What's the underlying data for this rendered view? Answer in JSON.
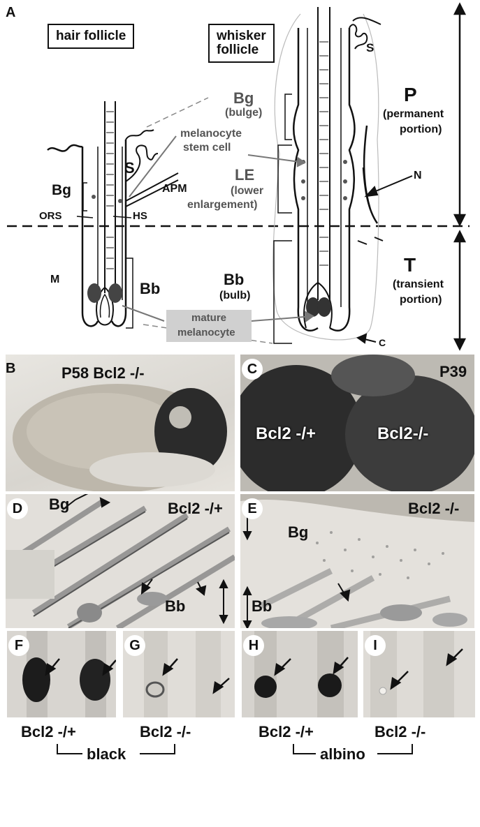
{
  "panel_a": {
    "letter": "A",
    "hair_follicle_title": "hair follicle",
    "whisker_follicle_title_line1": "whisker",
    "whisker_follicle_title_line2": "follicle",
    "hair_labels": {
      "bg": "Bg",
      "s": "S",
      "apm": "APM",
      "ors": "ORS",
      "hs": "HS",
      "m": "M",
      "bb": "Bb"
    },
    "center_labels": {
      "bg": "Bg",
      "bg_sub": "(bulge)",
      "melanocyte_stem_cell_1": "melanocyte",
      "melanocyte_stem_cell_2": "stem cell",
      "le": "LE",
      "le_sub1": "(lower",
      "le_sub2": "enlargement)",
      "bb": "Bb",
      "bb_sub": "(bulb)",
      "mature_1": "mature",
      "mature_2": "melanocyte"
    },
    "whisker_labels": {
      "s": "S",
      "n": "N",
      "c": "C"
    },
    "right_labels": {
      "p": "P",
      "p_sub1": "(permanent",
      "p_sub2": "portion)",
      "t": "T",
      "t_sub1": "(transient",
      "t_sub2": "portion)"
    }
  },
  "panel_b": {
    "letter": "B",
    "label": "P58  Bcl2 -/-"
  },
  "panel_c": {
    "letter": "C",
    "age": "P39",
    "left_mouse": "Bcl2 -/+",
    "right_mouse": "Bcl2-/-"
  },
  "panel_d": {
    "letter": "D",
    "genotype": "Bcl2 -/+",
    "bg": "Bg",
    "bb": "Bb"
  },
  "panel_e": {
    "letter": "E",
    "genotype": "Bcl2 -/-",
    "bg": "Bg",
    "bb": "Bb"
  },
  "panel_f": {
    "letter": "F"
  },
  "panel_g": {
    "letter": "G"
  },
  "panel_h": {
    "letter": "H"
  },
  "panel_i": {
    "letter": "I"
  },
  "captions": {
    "f": "Bcl2 -/+",
    "g": "Bcl2 -/-",
    "h": "Bcl2 -/+",
    "i": "Bcl2 -/-",
    "group_black": "black",
    "group_albino": "albino"
  },
  "colors": {
    "ink": "#111111",
    "pigment": "#3a3a3a",
    "mature_box": "#cfcfcf",
    "photo_light": "#d9d6d0",
    "photo_dark": "#2a2a2a"
  }
}
